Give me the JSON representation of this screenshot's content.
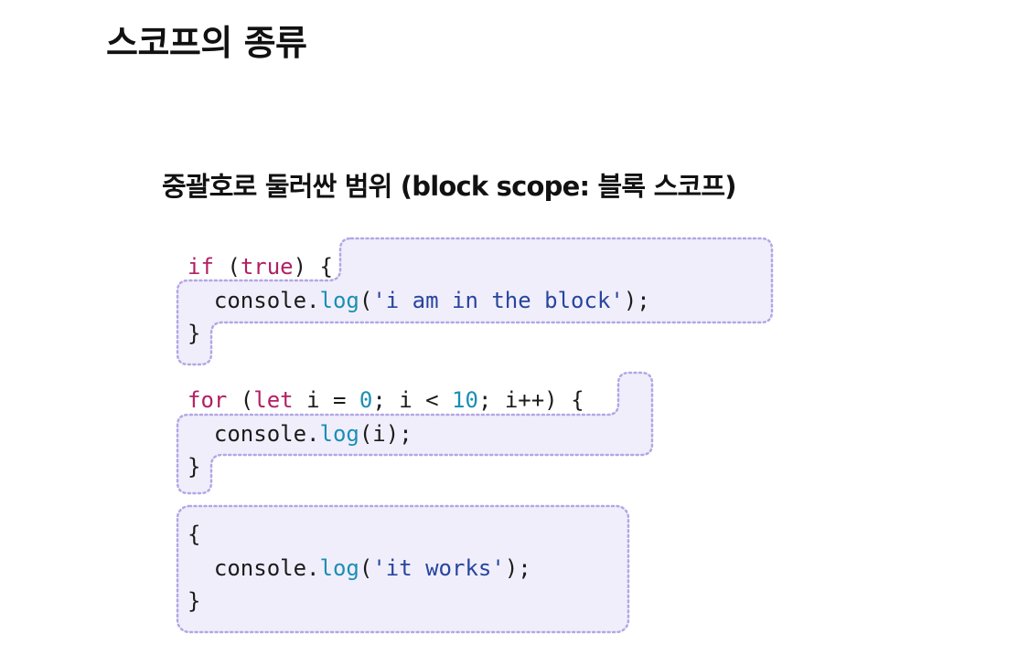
{
  "slide": {
    "title": "스코프의 종류",
    "subtitle": "중괄호로 둘러싼 범위 (block scope: 블록 스코프)"
  },
  "colors": {
    "keyword": "#b21f63",
    "function": "#1a8fb5",
    "string": "#26459e",
    "number": "#1a8fb5",
    "block_fill": "#f1eefb",
    "block_border": "#b3a7e6"
  },
  "code_blocks": {
    "if_block": {
      "kw_if": "if",
      "paren_open": " (",
      "kw_true": "true",
      "paren_close_brace": ") {",
      "indent": "  ",
      "obj": "console.",
      "fn": "log",
      "call_open": "(",
      "str": "'i am in the block'",
      "call_close": ");",
      "close_brace": "}"
    },
    "for_block": {
      "kw_for": "for",
      "paren_open": " (",
      "kw_let": "let",
      "init": " i = ",
      "num_start": "0",
      "cond": "; i < ",
      "num_end": "10",
      "update": "; i++) {",
      "indent": "  ",
      "obj": "console.",
      "fn": "log",
      "args": "(i);",
      "close_brace": "}"
    },
    "plain_block": {
      "open_brace": "{",
      "indent": "  ",
      "obj": "console.",
      "fn": "log",
      "call_open": "(",
      "str": "'it works'",
      "call_close": ");",
      "close_brace": "}"
    }
  }
}
